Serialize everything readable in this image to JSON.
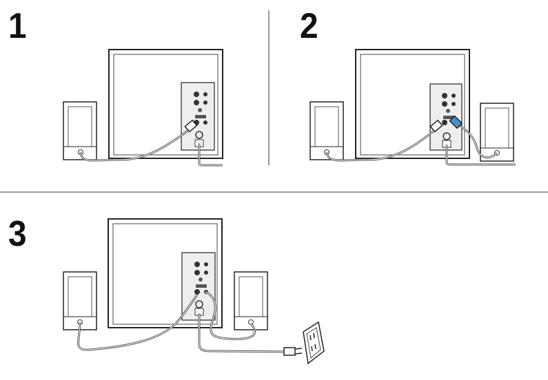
{
  "steps": [
    {
      "number": "1"
    },
    {
      "number": "2"
    },
    {
      "number": "3"
    }
  ],
  "panels": [
    {
      "step": "1",
      "satellite_speakers": [
        "left"
      ],
      "cables": [
        "left-speaker-to-subwoofer",
        "power-cord"
      ]
    },
    {
      "step": "2",
      "satellite_speakers": [
        "left",
        "right"
      ],
      "cables": [
        "left-speaker-to-subwoofer",
        "right-speaker-to-subwoofer",
        "power-cord"
      ]
    },
    {
      "step": "3",
      "satellite_speakers": [
        "left",
        "right"
      ],
      "cables": [
        "left-speaker-to-subwoofer",
        "right-speaker-to-subwoofer",
        "power-cord-to-wall-outlet"
      ]
    }
  ],
  "icons": [
    "subwoofer",
    "rear-panel",
    "satellite-speaker",
    "rca-plug",
    "wall-outlet",
    "power-plug"
  ],
  "colors": {
    "line": "#222222",
    "cable": "#555555",
    "rear_panel": "#eeeeee",
    "highlight_plug": "#4a90c8"
  }
}
